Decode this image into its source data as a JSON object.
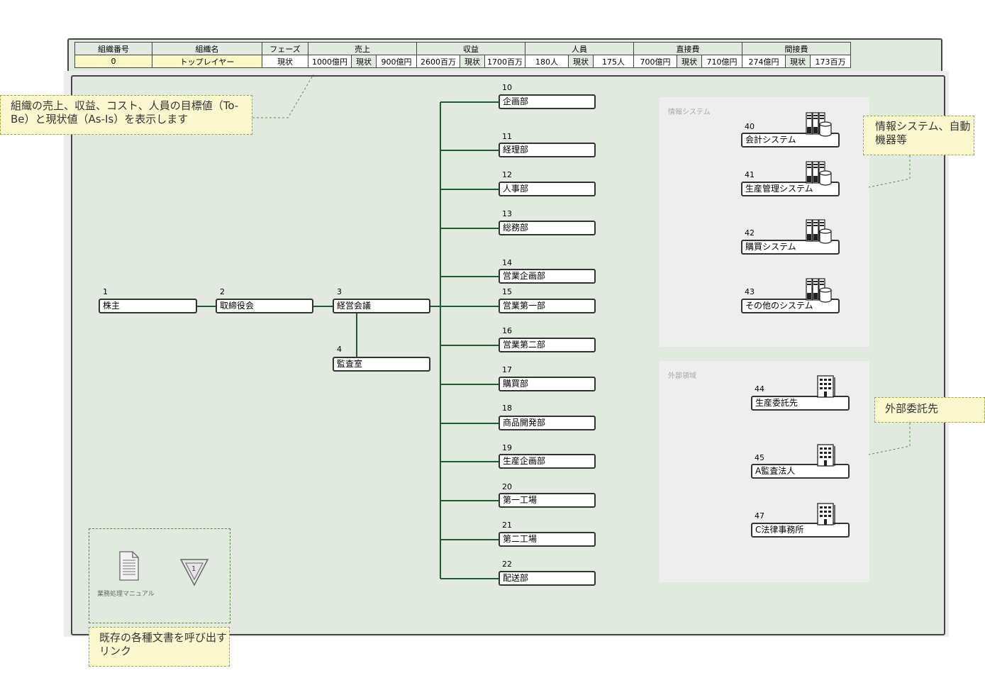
{
  "header": {
    "columns": [
      "組織番号",
      "組織名",
      "フェーズ",
      "売上",
      "収益",
      "人員",
      "直接費",
      "間接費"
    ],
    "row": {
      "org_no": "0",
      "org_name": "トップレイヤー",
      "phase": "現状",
      "sales": {
        "target": "1000億円",
        "phase": "現状",
        "current": "900億円"
      },
      "profit": {
        "target": "2600百万",
        "phase": "現状",
        "current": "1700百万"
      },
      "staff": {
        "target": "180人",
        "phase": "現状",
        "current": "175人"
      },
      "direct_cost": {
        "target": "700億円",
        "phase": "現状",
        "current": "710億円"
      },
      "indirect_cost": {
        "target": "274億円",
        "phase": "現状",
        "current": "173百万"
      }
    }
  },
  "org": {
    "shareholders": {
      "num": "1",
      "name": "株主"
    },
    "board": {
      "num": "2",
      "name": "取締役会"
    },
    "exec": {
      "num": "3",
      "name": "経営会議"
    },
    "audit": {
      "num": "4",
      "name": "監査室"
    },
    "departments": [
      {
        "num": "10",
        "name": "企画部"
      },
      {
        "num": "11",
        "name": "経理部"
      },
      {
        "num": "12",
        "name": "人事部"
      },
      {
        "num": "13",
        "name": "総務部"
      },
      {
        "num": "14",
        "name": "営業企画部"
      },
      {
        "num": "15",
        "name": "営業第一部"
      },
      {
        "num": "16",
        "name": "営業第二部"
      },
      {
        "num": "17",
        "name": "購買部"
      },
      {
        "num": "18",
        "name": "商品開発部"
      },
      {
        "num": "19",
        "name": "生産企画部"
      },
      {
        "num": "20",
        "name": "第一工場"
      },
      {
        "num": "21",
        "name": "第二工場"
      },
      {
        "num": "22",
        "name": "配送部"
      }
    ]
  },
  "systems_zone": {
    "label": "情報システム",
    "icon": "server-database-icon",
    "items": [
      {
        "num": "40",
        "name": "会計システム"
      },
      {
        "num": "41",
        "name": "生産管理システム"
      },
      {
        "num": "42",
        "name": "購買システム"
      },
      {
        "num": "43",
        "name": "その他のシステム"
      }
    ]
  },
  "external_zone": {
    "label": "外部領域",
    "icon": "building-icon",
    "items": [
      {
        "num": "44",
        "name": "生産委託先"
      },
      {
        "num": "45",
        "name": "A監査法人"
      },
      {
        "num": "47",
        "name": "C法律事務所"
      }
    ]
  },
  "docs": {
    "manual_label": "業務処理マニュアル",
    "manual_icon": "document-icon",
    "link_icon": "triangle-link-icon",
    "link_number": "1"
  },
  "callouts": {
    "targets": "組織の売上、収益、コスト、人員の目標値（To-Be）と現状値（As-Is）を表示します",
    "systems": "情報システム、自動機器等",
    "external": "外部委託先",
    "docs": "既存の各種文書を呼び出すリンク"
  },
  "colors": {
    "canvas_bg": "#e2e9e0",
    "connector": "#1e5a32",
    "callout_bg": "#fbf8d0",
    "highlight_cell": "#fbf8c8"
  }
}
